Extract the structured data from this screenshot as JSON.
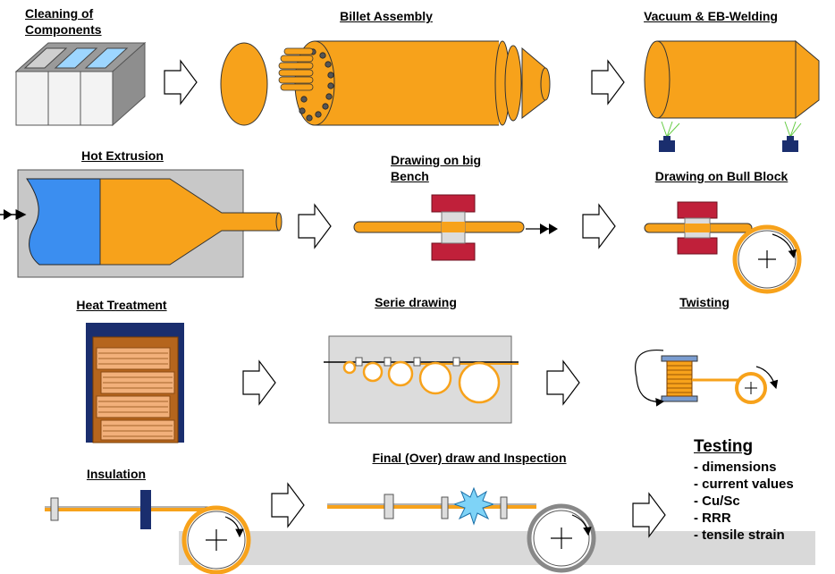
{
  "labels": {
    "cleaning": "Cleaning of Components",
    "billet": "Billet Assembly",
    "vacuum": "Vacuum & EB-Welding",
    "hot_extrusion": "Hot Extrusion",
    "big_bench": "Drawing on big Bench",
    "bull_block": "Drawing on Bull Block",
    "heat_treatment": "Heat Treatment",
    "serie": "Serie drawing",
    "twisting": "Twisting",
    "insulation": "Insulation",
    "final": "Final (Over) draw and Inspection"
  },
  "testing": {
    "title": "Testing",
    "items": [
      "dimensions",
      "current values",
      "Cu/Sc",
      "RRR",
      "tensile strain"
    ]
  },
  "colors": {
    "copper": "#F7A21B",
    "copper_dark": "#B86A00",
    "extrusion_blue": "#3B8EF0",
    "die_gray": "#C8C8C8",
    "die_red": "#C0203A",
    "navy": "#1A2E6E",
    "heat_brown": "#B5651D",
    "heat_tan": "#F2B07A"
  }
}
